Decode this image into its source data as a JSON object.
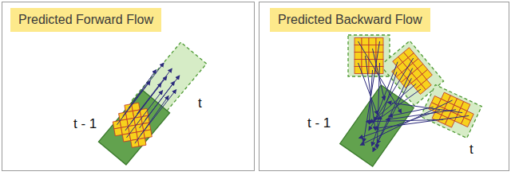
{
  "diagram": {
    "nodes": [
      {
        "text": [
          "Predicted Forward Flow"
        ]
      },
      {
        "text": [
          "Predicted Backward Flow"
        ]
      }
    ],
    "labels": [
      "t - 1",
      "t",
      "t - 1",
      "t"
    ]
  }
}
